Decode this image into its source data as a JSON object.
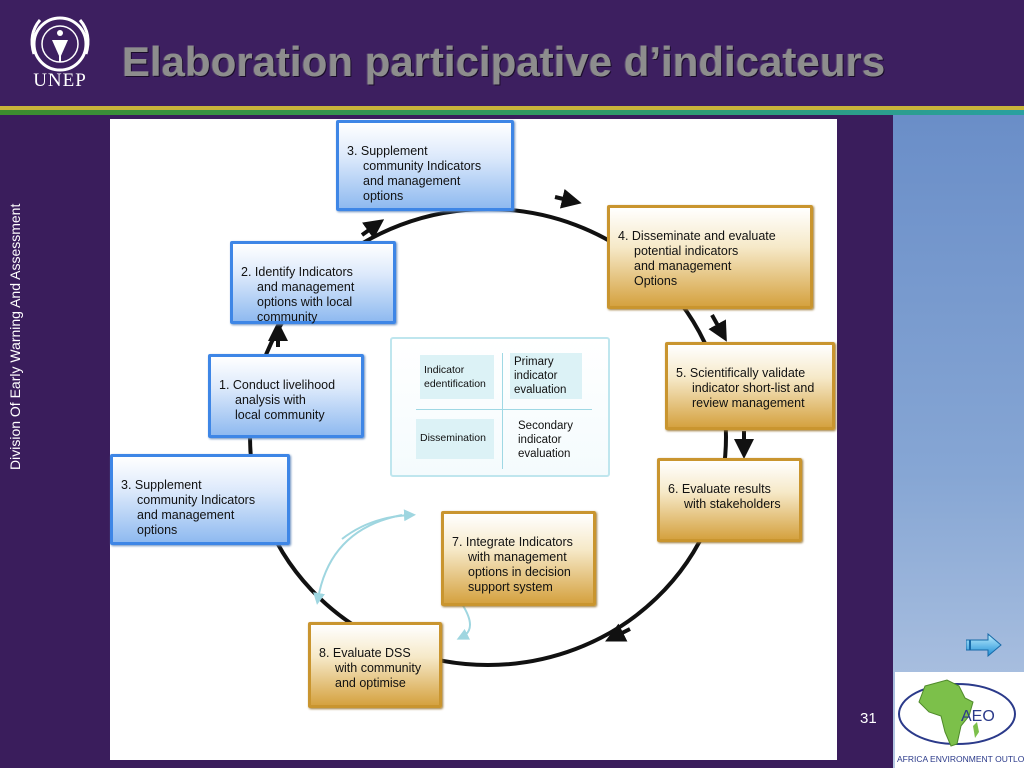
{
  "header": {
    "logo_text": "UNEP",
    "title": "Elaboration participative d’indicateurs"
  },
  "sidebar": {
    "label": "Division Of Early Warning And Assessment"
  },
  "diagram": {
    "steps": [
      {
        "label": "3. Supplement\ncommunity Indicators\nand management\noptions",
        "style": "blue"
      },
      {
        "label": "4. Disseminate and evaluate\npotential indicators\nand management\nOptions",
        "style": "gold"
      },
      {
        "label": "2. Identify Indicators\nand management\noptions  with local\ncommunity",
        "style": "blue"
      },
      {
        "label": "5. Scientifically validate\nindicator short-list and\nreview management",
        "style": "gold"
      },
      {
        "label": "1. Conduct livelihood\nanalysis with\nlocal community",
        "style": "blue"
      },
      {
        "label": "6. Evaluate results\nwith stakeholders",
        "style": "gold"
      },
      {
        "label": "3. Supplement\ncommunity Indicators\nand management\noptions",
        "style": "blue"
      },
      {
        "label": "7. Integrate Indicators\nwith management\noptions in decision\nsupport system",
        "style": "gold"
      },
      {
        "label": "8. Evaluate DSS\nwith community\nand optimise",
        "style": "gold"
      }
    ],
    "matrix": {
      "top_left": "Indicator\nedentification",
      "top_right": "Primary\nindicator\nevaluation",
      "bottom_left": "Dissemination",
      "bottom_right": "Secondary\nindicator\nevaluation"
    },
    "colors": {
      "blue_border": "#3e86e6",
      "gold_border": "#c9952f",
      "cycle_line": "#111111",
      "inner_cycle": "#9fd6e0"
    }
  },
  "footer": {
    "page_number": "31",
    "aeo_logo_text": "AEO",
    "aeo_caption": "AFRICA ENVIRONMENT OUTLOOK",
    "next_icon": "next-arrow-icon"
  }
}
